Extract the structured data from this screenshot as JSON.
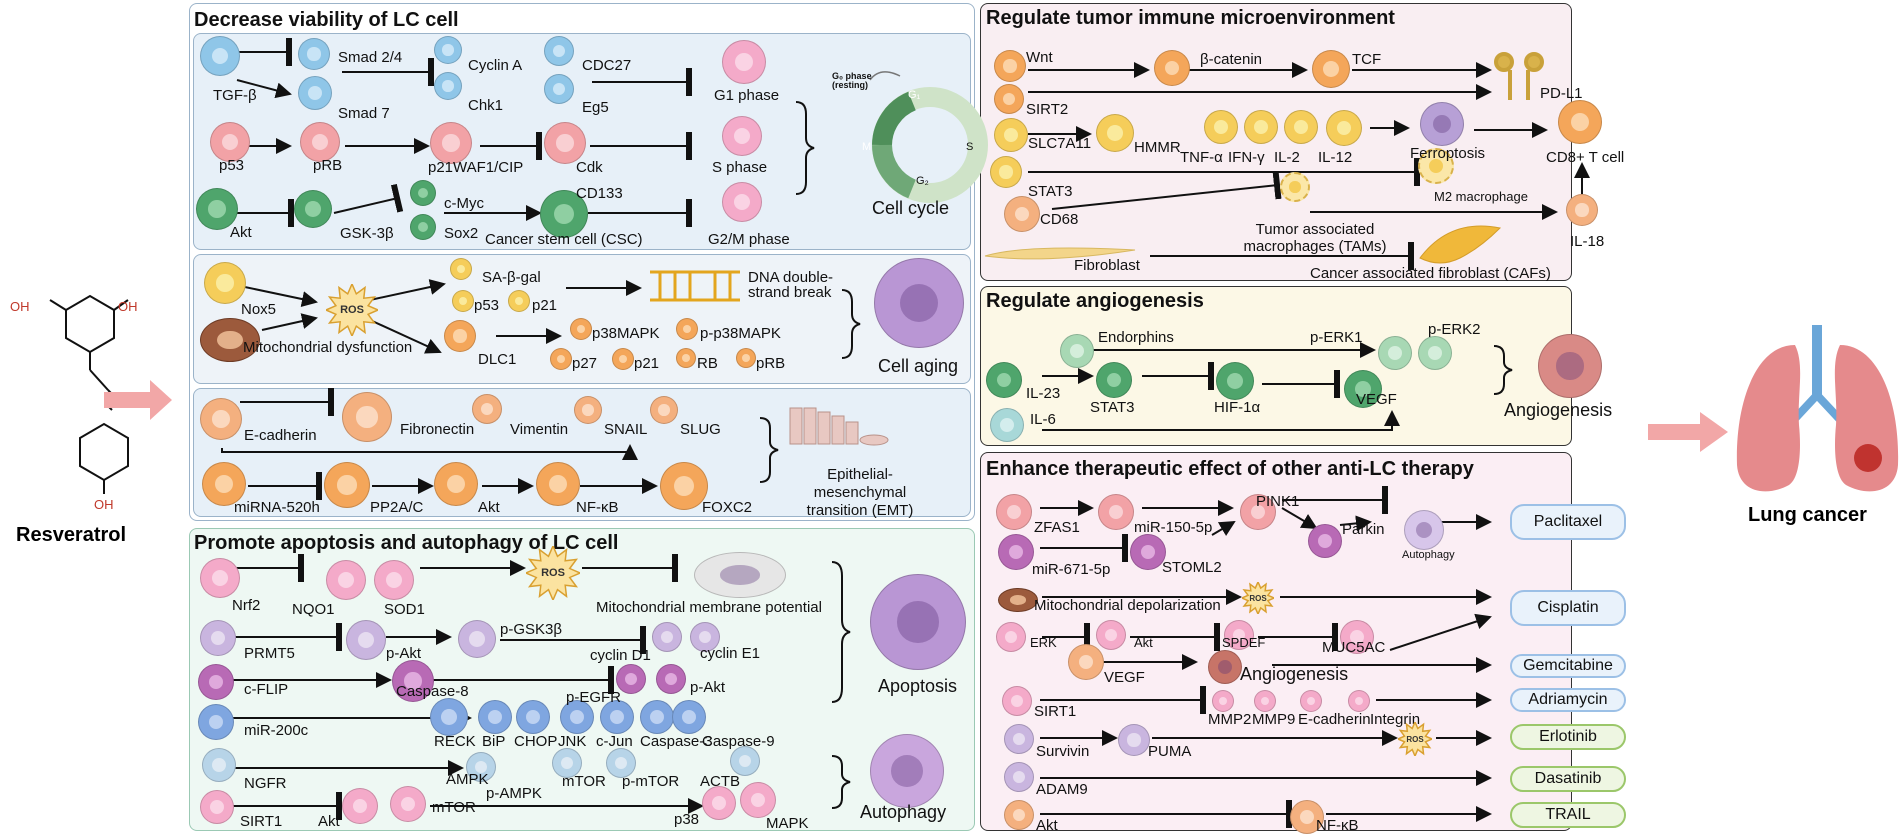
{
  "colors": {
    "blue": "#8fc6e8",
    "blue_n": "#c8e4f6",
    "red": "#f2a2a6",
    "red_n": "#f9cfd2",
    "green": "#4fa56c",
    "green_n": "#8fcfa2",
    "yellow": "#f5cd5a",
    "yellow_n": "#faea9c",
    "orange": "#f4a65a",
    "orange_n": "#fbd2a5",
    "purple": "#caa6dd",
    "purple_n": "#e6d2f0",
    "magenta": "#b86ab5",
    "magenta_n": "#dfa9dc",
    "pink": "#f4aac9",
    "pink_n": "#fad3e4",
    "ltgreen": "#a8d8b4",
    "ltgreen_n": "#d4eedb",
    "teal": "#a8d8d8",
    "teal_n": "#d4eded",
    "ltblue": "#b7d4e8",
    "ltblue_n": "#dde9f3",
    "peach": "#f4b07f",
    "peach_n": "#fbd8be",
    "lavender": "#c9b5df",
    "lavender_n": "#e5dbef",
    "royal": "#7fa6e0",
    "royal_n": "#bcd1f1",
    "arrow": "#111111",
    "lc_arrow": "#f2a7a7"
  },
  "left": {
    "compound": "Resveratrol",
    "oh": "OH"
  },
  "right": {
    "disease": "Lung cancer"
  },
  "viability": {
    "title": "Decrease viability of LC cell",
    "r1": [
      "TGF-β",
      "Smad 2/4",
      "Smad 7",
      "Cyclin A",
      "Chk1",
      "CDC27",
      "Eg5",
      "G1 phase"
    ],
    "r2": [
      "p53",
      "pRB",
      "p21WAF1/CIP",
      "Cdk",
      "S phase"
    ],
    "r3": [
      "Akt",
      "GSK-3β",
      "c-Myc",
      "Sox2",
      "CD133",
      "Cancer stem cell (CSC)",
      "G2/M phase"
    ],
    "cycle": {
      "label": "Cell cycle",
      "g0": "G₀ phase (resting)",
      "g1": "G₁",
      "s": "S",
      "g2": "G₂",
      "m": "M"
    },
    "aging": [
      "Nox5",
      "Mitochondrial dysfunction",
      "ROS",
      "SA-β-gal",
      "p53",
      "p21",
      "DNA double-strand break",
      "DLC1",
      "p38MAPK",
      "p-p38MAPK",
      "p27",
      "p21",
      "RB",
      "pRB"
    ],
    "aging_label": "Cell aging",
    "emt": [
      "E-cadherin",
      "Fibronectin",
      "Vimentin",
      "SNAIL",
      "SLUG",
      "miRNA-520h",
      "PP2A/C",
      "Akt",
      "NF-κB",
      "FOXC2"
    ],
    "emt_label": "Epithelial-mesenchymal transition (EMT)"
  },
  "apoptosis": {
    "title": "Promote apoptosis and autophagy of LC cell",
    "r1": [
      "Nrf2",
      "NQO1",
      "SOD1",
      "ROS",
      "Mitochondrial membrane potential"
    ],
    "r2": [
      "PRMT5",
      "p-Akt",
      "p-GSK3β",
      "cyclin D1",
      "cyclin E1"
    ],
    "r3": [
      "c-FLIP",
      "Caspase-8",
      "p-EGFR",
      "p-Akt"
    ],
    "r4": [
      "miR-200c",
      "RECK",
      "BiP",
      "CHOP",
      "JNK",
      "c-Jun",
      "Caspase-3",
      "Caspase-9"
    ],
    "r5": [
      "NGFR",
      "AMPK",
      "p-AMPK",
      "mTOR",
      "p-mTOR",
      "ACTB"
    ],
    "r6": [
      "SIRT1",
      "Akt",
      "mTOR",
      "p38",
      "MAPK"
    ],
    "apoptosis_label": "Apoptosis",
    "autophagy_label": "Autophagy"
  },
  "immune": {
    "title": "Regulate tumor immune microenvironment",
    "items": [
      "Wnt",
      "β-catenin",
      "TCF",
      "PD-L1",
      "SIRT2",
      "SLC7A11",
      "HMMR",
      "TNF-α",
      "IFN-γ",
      "IL-2",
      "IL-12",
      "Ferroptosis",
      "CD8+ T cell",
      "STAT3",
      "M2 macrophage",
      "CD68",
      "Tumor associated macrophages (TAMs)",
      "IL-18",
      "Fibroblast",
      "Cancer associated fibroblast (CAFs)"
    ]
  },
  "angio": {
    "title": "Regulate angiogenesis",
    "items": [
      "Endorphins",
      "p-ERK1",
      "p-ERK2",
      "IL-23",
      "STAT3",
      "HIF-1α",
      "VEGF",
      "IL-6"
    ],
    "label": "Angiogenesis"
  },
  "therapy": {
    "title": "Enhance therapeutic effect of other anti-LC therapy",
    "items": [
      "ZFAS1",
      "miR-150-5p",
      "PINK1",
      "Parkin",
      "Autophagy",
      "miR-671-5p",
      "STOML2",
      "Mitochondrial depolarization",
      "ROS",
      "ERK",
      "Akt",
      "SPDEF",
      "MUC5AC",
      "VEGF",
      "Angiogenesis",
      "SIRT1",
      "MMP2",
      "MMP9",
      "E-cadherin",
      "Integrin",
      "Survivin",
      "PUMA",
      "ROS",
      "ADAM9",
      "Akt",
      "NF-κB"
    ],
    "drugs": [
      "Paclitaxel",
      "Cisplatin",
      "Gemcitabine",
      "Adriamycin",
      "Erlotinib",
      "Dasatinib",
      "TRAIL"
    ]
  }
}
